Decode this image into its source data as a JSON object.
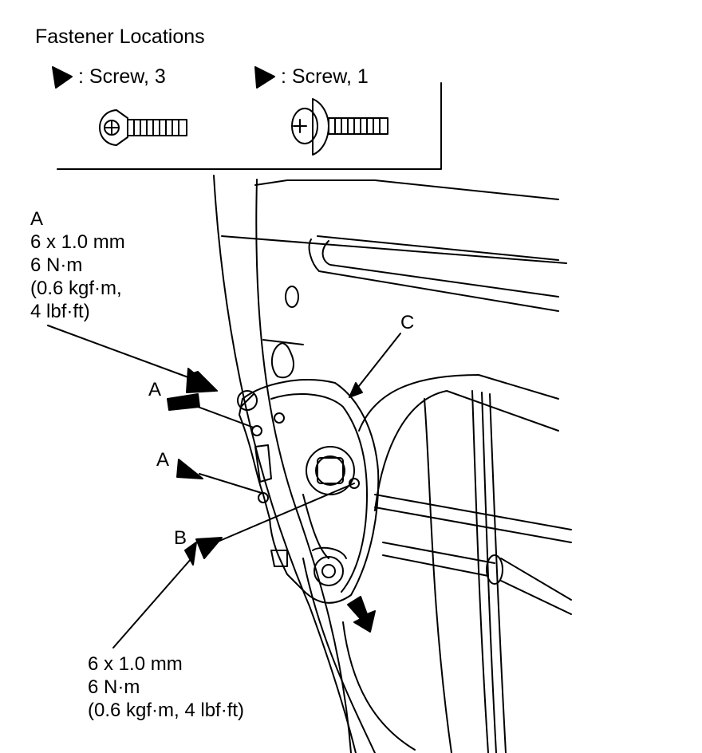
{
  "legend": {
    "title": "Fastener Locations",
    "items": [
      {
        "symbol": "arrow-pointer-a",
        "label": ": Screw, 3"
      },
      {
        "symbol": "arrow-pointer-b",
        "label": ": Screw, 1"
      }
    ]
  },
  "callouts": {
    "a_spec": {
      "letter": "A",
      "size": "6 x 1.0 mm",
      "torque": "6 N·m",
      "torque_alt_line1": "(0.6 kgf·m,",
      "torque_alt_line2": "4 lbf·ft)"
    },
    "a_second": "A",
    "a_third": "A",
    "b": "B",
    "c": "C",
    "b_spec": {
      "size": "6 x 1.0 mm",
      "torque": "6 N·m",
      "torque_alt": "(0.6 kgf·m, 4 lbf·ft)"
    }
  },
  "colors": {
    "ink": "#000000",
    "paper": "#ffffff"
  }
}
